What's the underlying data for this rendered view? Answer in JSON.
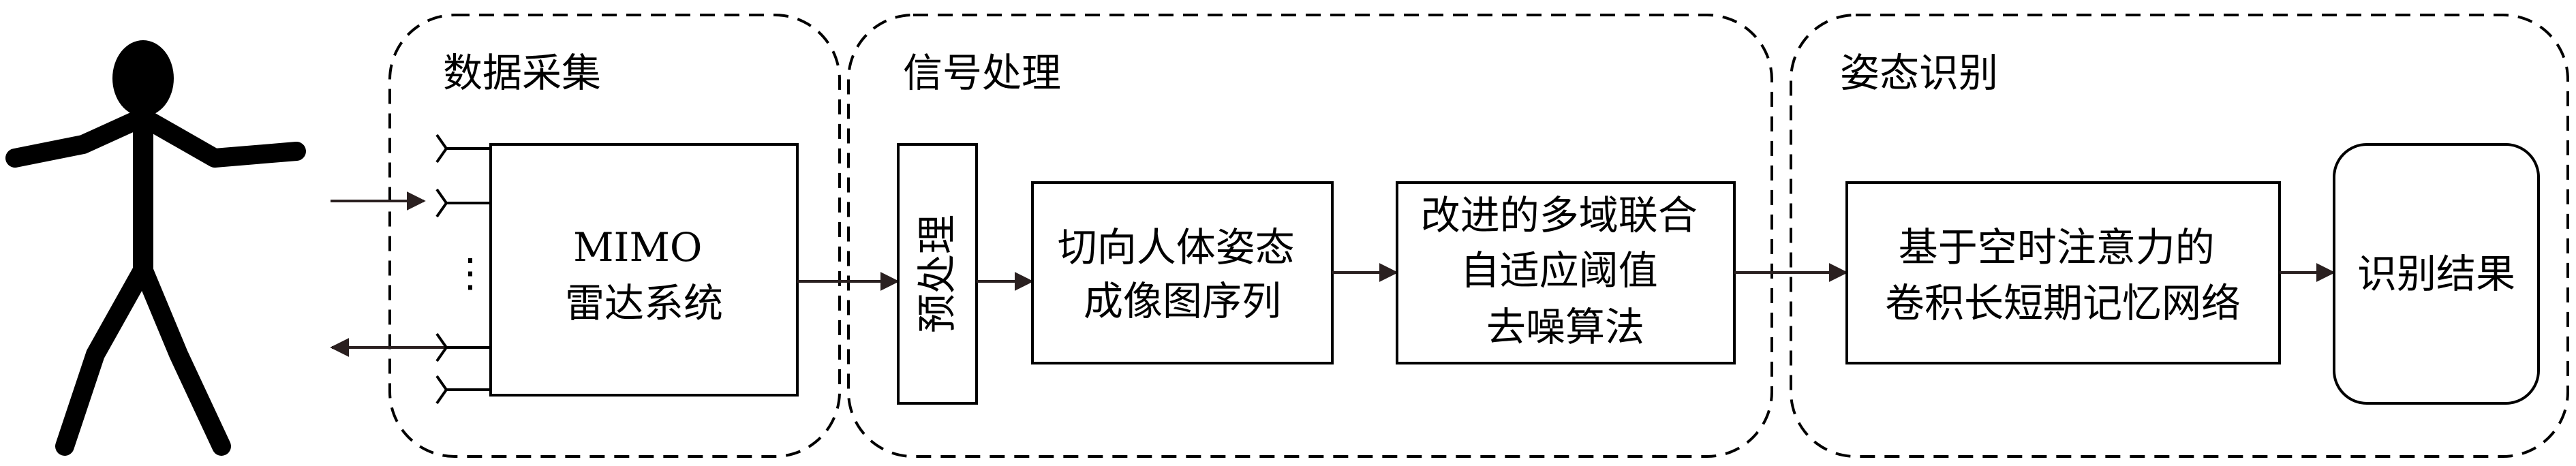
{
  "stages": {
    "acquisition": "数据采集",
    "processing": "信号处理",
    "recognition": "姿态识别"
  },
  "blocks": {
    "radar": [
      "MIMO",
      "雷达系统"
    ],
    "preprocess": "预处理",
    "imaging": [
      "切向人体姿态",
      "成像图序列"
    ],
    "denoise": [
      "改进的多域联合",
      "自适应阈值",
      "去噪算法"
    ],
    "network": [
      "基于空时注意力的",
      "卷积长短期记忆网络"
    ],
    "result": "识别结果"
  },
  "antenna_ellipsis": "⋮",
  "colors": {
    "line": "#000000",
    "arrow": "#2a2020"
  }
}
